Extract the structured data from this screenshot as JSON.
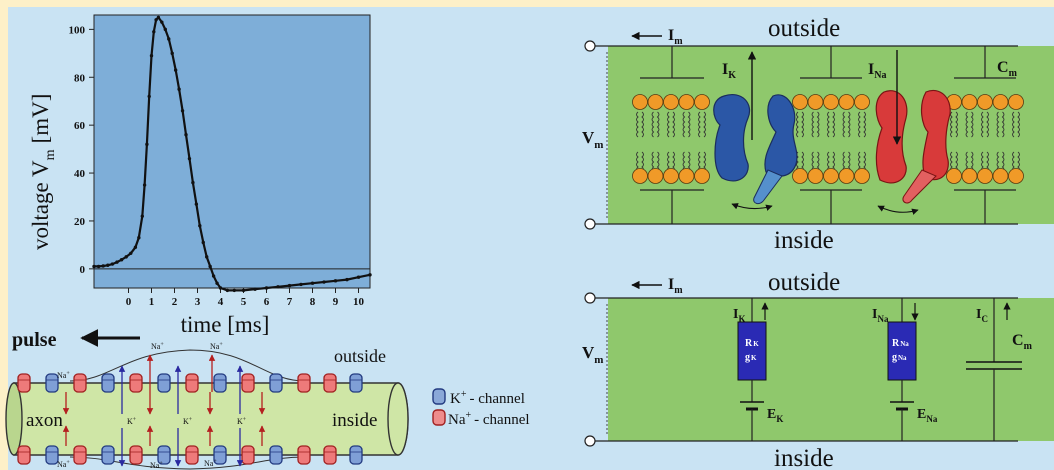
{
  "colors": {
    "page_border": "#fdf0c8",
    "panel": "#c9e3f3",
    "plot_bg": "#7eaed8",
    "membrane": "#8fc86c",
    "lipid_head": "#f09a28",
    "k_channel": "#2b57a6",
    "na_channel": "#d83a3a",
    "resistor": "#2a2ab4",
    "axon": "#cfe6a6"
  },
  "chart_data": {
    "type": "line",
    "xlabel": "time [ms]",
    "ylabel": "voltage V",
    "ylabel_sub": "m",
    "ylabel_unit": "[mV]",
    "xlim": [
      -1.5,
      10.5
    ],
    "ylim": [
      -8,
      106
    ],
    "xticks": [
      "0",
      "1",
      "2",
      "3",
      "4",
      "5",
      "6",
      "7",
      "8",
      "9",
      "10"
    ],
    "yticks": [
      "0",
      "20",
      "40",
      "60",
      "80",
      "100"
    ],
    "series": [
      {
        "markers": true,
        "x": [
          -1.5,
          -1.3,
          -1.1,
          -0.9,
          -0.7,
          -0.5,
          -0.3,
          -0.1,
          0.1,
          0.3,
          0.45,
          0.6,
          0.7,
          0.8,
          0.9,
          1.0,
          1.1,
          1.2,
          1.3,
          1.45,
          1.6,
          1.75,
          1.9,
          2.05,
          2.2,
          2.35,
          2.5,
          2.65,
          2.8,
          2.95,
          3.1,
          3.25,
          3.4,
          3.55,
          3.7,
          3.85,
          4.0,
          4.3,
          4.6,
          5.0,
          5.5,
          6.0,
          6.5,
          7.0,
          7.5,
          8.0,
          8.5,
          9.0,
          9.5,
          10.0,
          10.5
        ],
        "y": [
          1,
          1,
          1.2,
          1.5,
          2,
          2.8,
          3.8,
          5,
          6.5,
          9,
          13,
          22,
          35,
          52,
          72,
          89,
          99,
          104,
          105,
          103,
          100,
          96,
          90,
          83,
          75,
          66,
          56,
          46,
          36,
          27,
          18,
          11,
          5,
          1,
          -3,
          -6,
          -8,
          -9,
          -9,
          -9,
          -8.5,
          -8,
          -7.5,
          -7,
          -6.5,
          -6,
          -5.5,
          -5,
          -4.5,
          -3.5,
          -2.5
        ]
      }
    ]
  },
  "axon": {
    "pulse_label": "pulse",
    "outside_label": "outside",
    "inside_label": "inside",
    "axon_label": "axon",
    "na_ion": "Na",
    "k_ion": "K",
    "ion_charge": "+"
  },
  "legend": {
    "k_channel": "- channel",
    "na_channel": "- channel",
    "k_ion": "K",
    "na_ion": "Na",
    "charge": "+"
  },
  "top_circuit": {
    "outside": "outside",
    "inside": "inside",
    "I": "I",
    "m": "m",
    "V": "V",
    "K": "K",
    "Na": "Na",
    "C": "C"
  },
  "bottom_circuit": {
    "outside": "outside",
    "inside": "inside",
    "I": "I",
    "m": "m",
    "V": "V",
    "K": "K",
    "Na": "Na",
    "C": "C",
    "R": "R",
    "g": "g",
    "E": "E"
  }
}
